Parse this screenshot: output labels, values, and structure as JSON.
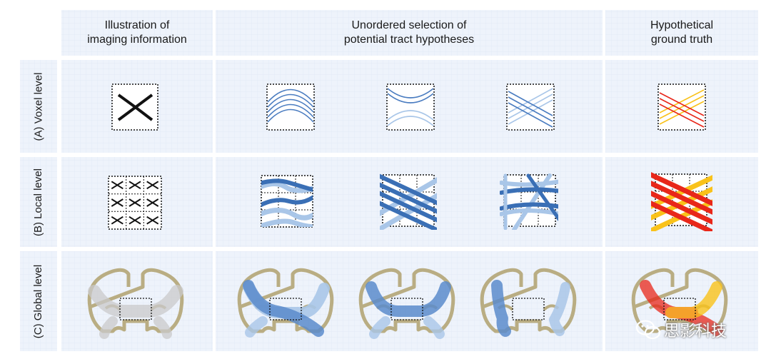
{
  "headers": {
    "col1": [
      "Illustration of",
      "imaging information"
    ],
    "col2": [
      "Unordered selection of",
      "potential tract hypotheses"
    ],
    "col3": [
      "Hypothetical",
      "ground truth"
    ]
  },
  "rows": {
    "voxel": "(A) Voxel level",
    "local": "(B) Local level",
    "global": "(C) Global level"
  },
  "watermark": "思影科技",
  "colors": {
    "panel_bg": "#eef3fb",
    "grid_line": "#dce6f5",
    "blue_dark": "#3a6fb5",
    "blue_mid": "#5a8bcb",
    "blue_light": "#a9c6e8",
    "red": "#e8271a",
    "yellow": "#f9c21a",
    "orange": "#f4a02c",
    "brain": "#b9ad83",
    "gray_tract": "#c9cacb"
  }
}
